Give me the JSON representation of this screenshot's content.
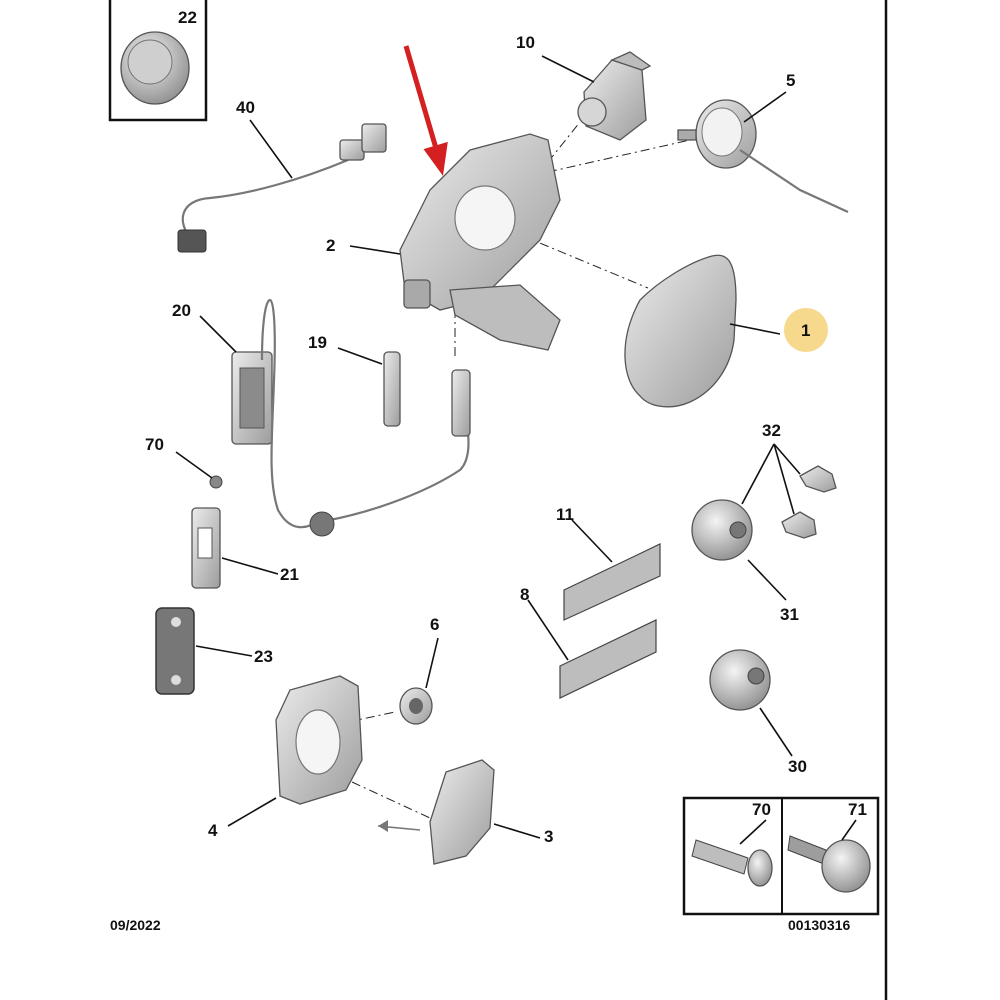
{
  "parts": {
    "p1": "1",
    "p2": "2",
    "p3": "3",
    "p4": "4",
    "p5": "5",
    "p6": "6",
    "p8": "8",
    "p10": "10",
    "p11": "11",
    "p19": "19",
    "p20": "20",
    "p21": "21",
    "p22": "22",
    "p23": "23",
    "p30": "30",
    "p31": "31",
    "p32": "32",
    "p40": "40",
    "p70": "70",
    "p71": "71"
  },
  "footer": {
    "date": "09/2022",
    "ref": "00130316"
  },
  "colors": {
    "arrow": "#d42020",
    "highlight": "#f7d98e",
    "part_fill": "#c9c9c9",
    "frame": "#111111"
  },
  "icons": [
    "red-pointer-arrow",
    "fuel-flap-door",
    "fuel-cap",
    "screw",
    "rivet"
  ]
}
